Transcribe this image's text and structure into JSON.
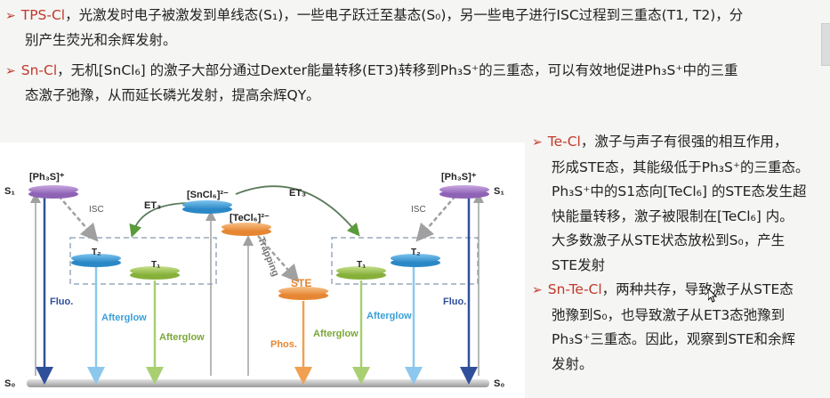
{
  "bullets": [
    {
      "key": "TPS-Cl",
      "line1": "，光激发时电子被激发到单线态(S₁)，一些电子跃迁至基态(S₀)，另一些电子进行ISC过程到三重态(T1, T2)，分",
      "line2": "别产生荧光和余辉发射。"
    },
    {
      "key": "Sn-Cl",
      "line1": "，无机[SnCl₆] 的激子大部分通过Dexter能量转移(ET3)转移到Ph₃S⁺的三重态，可以有效地促进Ph₃S⁺中的三重",
      "line2": "态激子弛豫，从而延长磷光发射，提高余辉QY。"
    }
  ],
  "right_bullets": [
    {
      "key": "Te-Cl",
      "lines": [
        "，激子与声子有很强的相互作用，",
        "形成STE态，其能级低于Ph₃S⁺的三重态。",
        "Ph₃S⁺中的S1态向[TeCl₆] 的STE态发生超",
        "快能量转移，激子被限制在[TeCl₆] 内。",
        "大多数激子从STE状态放松到S₀，产生",
        "STE发射"
      ]
    },
    {
      "key": "Sn-Te-Cl",
      "lines": [
        "，两种共存，导致激子从STE态",
        "弛豫到S₀，也导致激子从ET3态弛豫到",
        "Ph₃S⁺三重态。因此，观察到STE和余辉",
        "发射。"
      ]
    }
  ],
  "diagram": {
    "left_molecule": "[Ph₃S]⁺",
    "right_molecule": "[Ph₃S]⁺",
    "sncl": "[SnCl₆]²⁻",
    "tecl": "[TeCl₆]²⁻",
    "s1": "S₁",
    "s0": "S₀",
    "isc": "ISC",
    "et3": "ET₃",
    "t1": "T₁",
    "t2": "T₂",
    "ste": "STE",
    "fluo": "Fluo.",
    "afterglow": "Afterglow",
    "phos": "Phos.",
    "trapping": "Trapping",
    "colors": {
      "purple": "#a77fc9",
      "blue": "#3aa0d8",
      "green": "#9dc74a",
      "orange": "#f0a050",
      "navy": "#2f4f9a",
      "grey": "#9a9a9a"
    }
  }
}
